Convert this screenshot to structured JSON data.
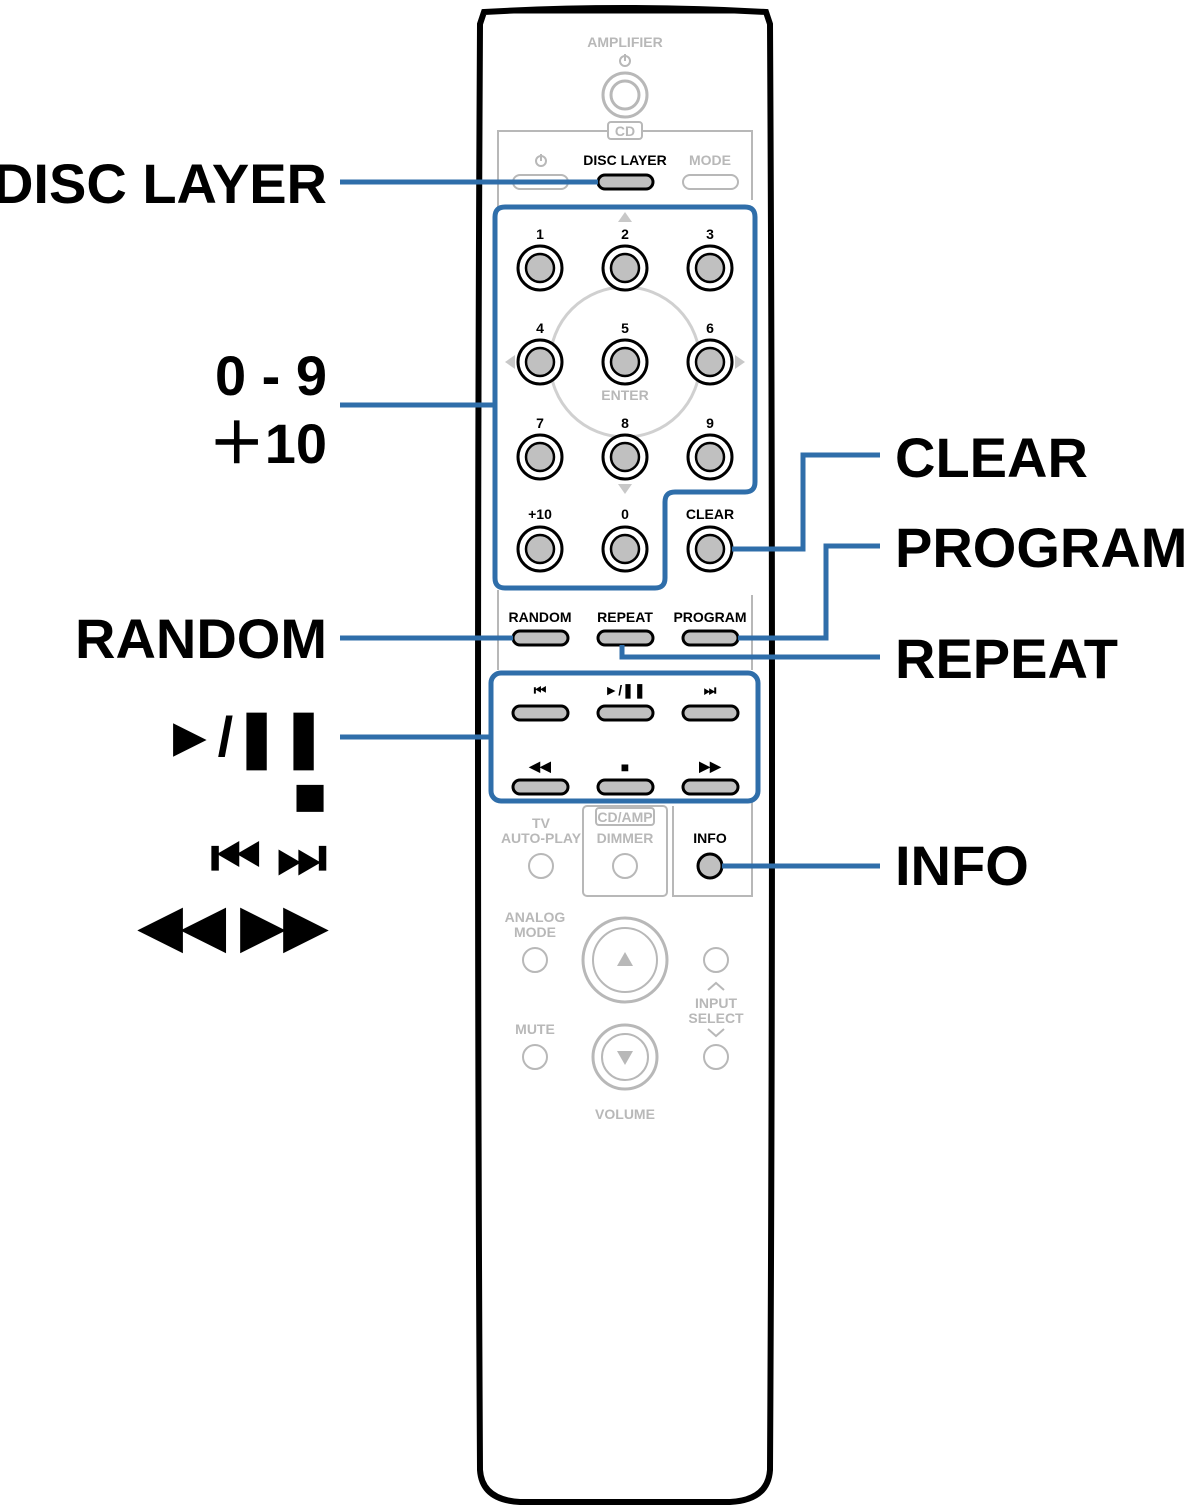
{
  "colors": {
    "accent": "#2f6eaa",
    "outline": "#000000",
    "button_fill": "#c0c0c0",
    "inactive": "#b8b8b8"
  },
  "callouts": {
    "disc_layer": "DISC LAYER",
    "digits": "0 - 9",
    "plus10": "＋10",
    "clear": "CLEAR",
    "program": "PROGRAM",
    "random": "RANDOM",
    "repeat": "REPEAT",
    "play_pause": "►/❚❚",
    "stop": "■",
    "skip": "⏮  ⏭",
    "search": "◀◀  ▶▶",
    "info": "INFO"
  },
  "remote": {
    "amplifier": "AMPLIFIER",
    "cd": "CD",
    "power_icon": "power-icon",
    "disc_layer": "DISC LAYER",
    "mode": "MODE",
    "keys": {
      "k1": "1",
      "k2": "2",
      "k3": "3",
      "k4": "4",
      "k5": "5",
      "k6": "6",
      "k7": "7",
      "k8": "8",
      "k9": "9",
      "k10": "+10",
      "k0": "0",
      "clear": "CLEAR"
    },
    "enter": "ENTER",
    "random": "RANDOM",
    "repeat": "REPEAT",
    "program": "PROGRAM",
    "transport": {
      "prev": "⏮",
      "play_pause": "►/❚❚",
      "next": "⏭",
      "rew": "◀◀",
      "stop": "■",
      "ff": "▶▶"
    },
    "tv": "TV",
    "auto_play": "AUTO-PLAY",
    "cd_amp": "CD/AMP",
    "dimmer": "DIMMER",
    "info": "INFO",
    "analog": "ANALOG",
    "analog_mode": "MODE",
    "input": "INPUT",
    "select": "SELECT",
    "mute": "MUTE",
    "volume": "VOLUME"
  }
}
